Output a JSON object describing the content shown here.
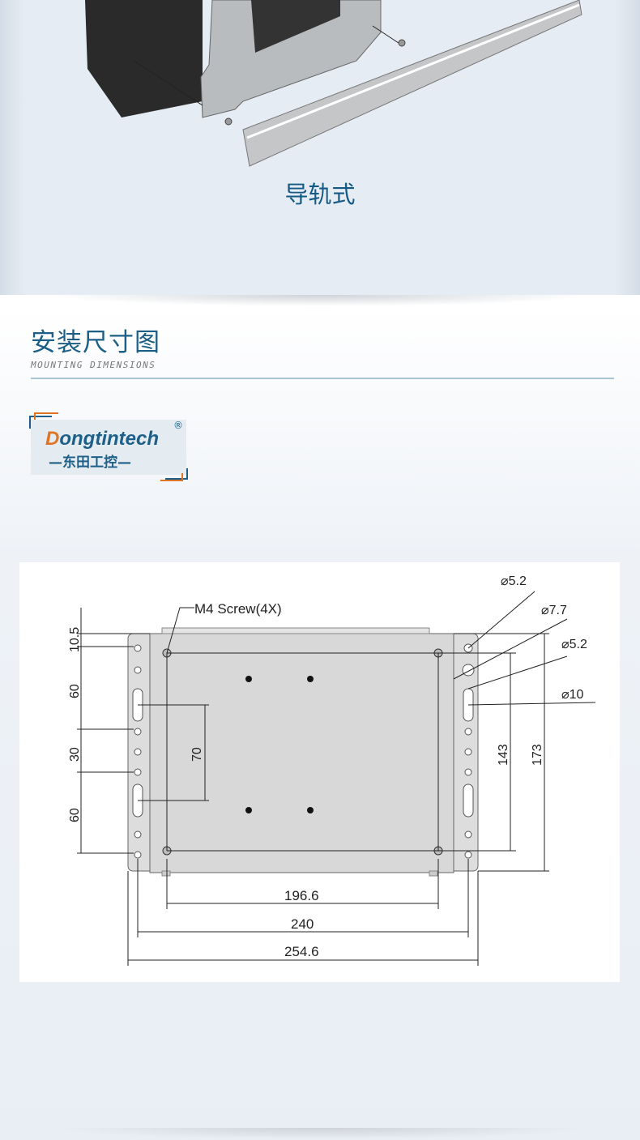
{
  "top_section": {
    "caption": "导轨式"
  },
  "section": {
    "title": "安装尺寸图",
    "subtitle": "MOUNTING DIMENSIONS"
  },
  "logo": {
    "brand_initial": "D",
    "brand_rest": "ongtintech",
    "registered": "®",
    "chinese": "—东田工控—"
  },
  "drawing": {
    "screw_label": "M4 Screw(4X)",
    "holes": [
      "⌀5.2",
      "⌀7.7",
      "⌀5.2",
      "⌀10"
    ],
    "left_dims": [
      "10.5",
      "60",
      "30",
      "60"
    ],
    "inner_dim": "70",
    "right_dims": [
      "143",
      "173"
    ],
    "bottom_dims": [
      "196.6",
      "240",
      "254.6"
    ]
  },
  "colors": {
    "accent": "#1b5e86",
    "orange": "#e07425"
  }
}
